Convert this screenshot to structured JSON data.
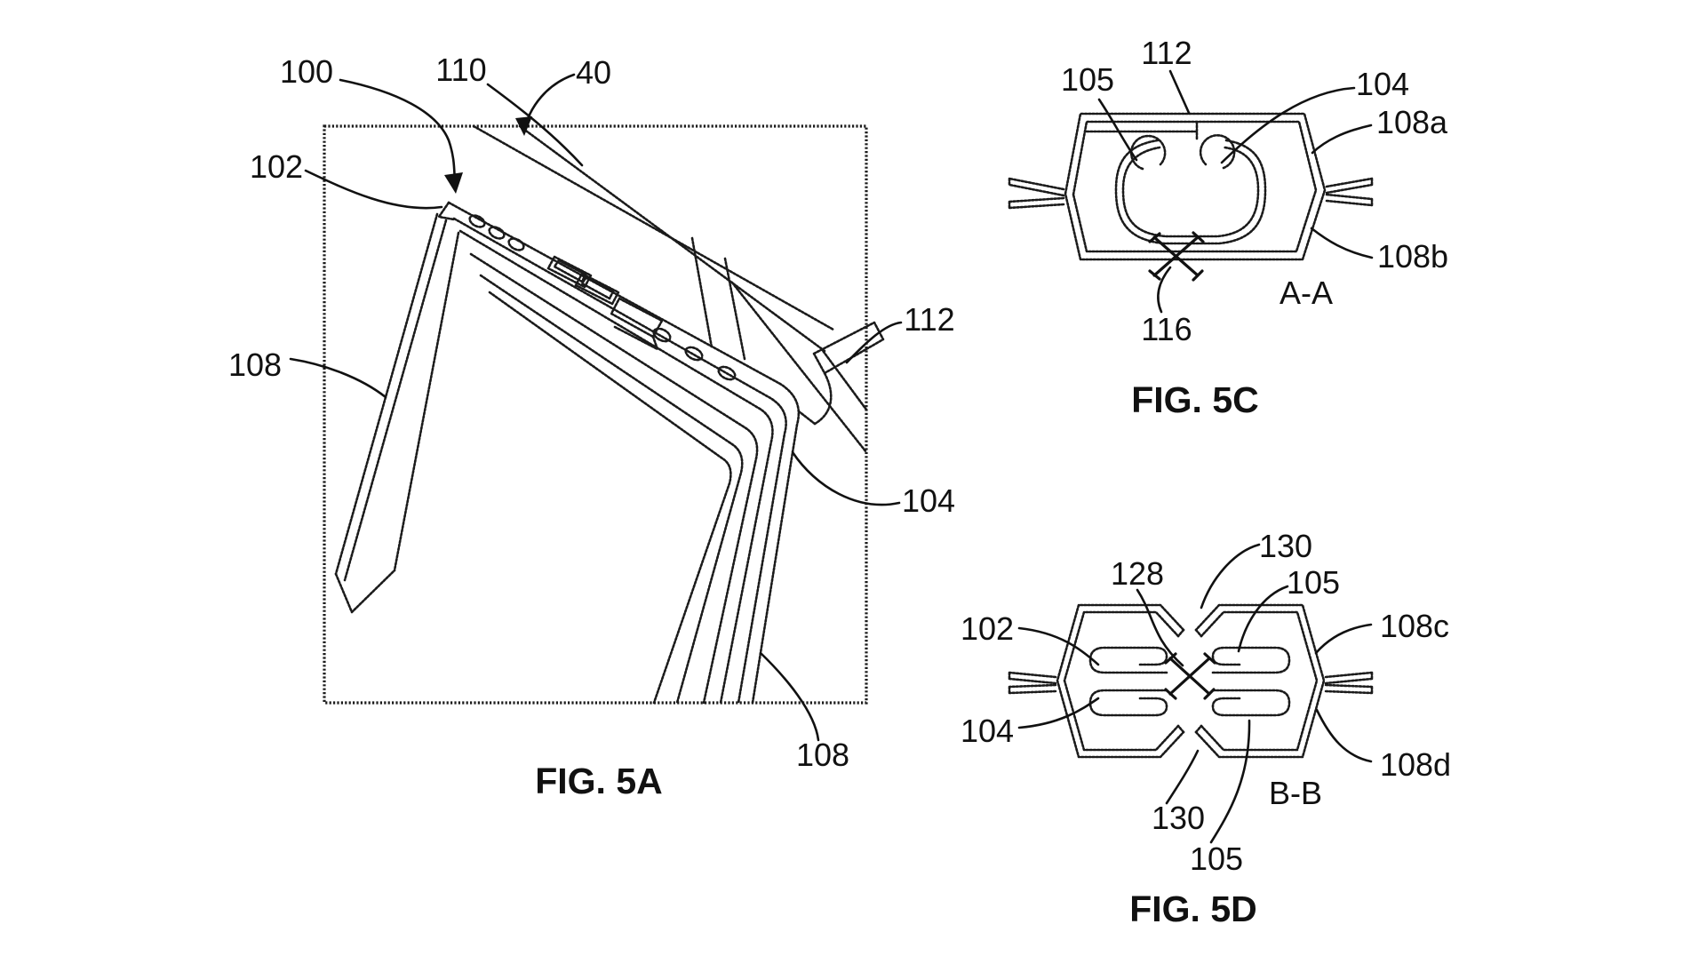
{
  "document": {
    "kind": "patent-figure-sheet",
    "background_color": "#ffffff",
    "ink_color": "#111111"
  },
  "fig5a": {
    "caption": "FIG. 5A",
    "labels": {
      "ref100": "100",
      "ref110": "110",
      "ref40": "40",
      "ref102": "102",
      "ref108_left": "108",
      "ref112": "112",
      "ref104": "104",
      "ref108_bottom": "108"
    }
  },
  "fig5c": {
    "caption": "FIG. 5C",
    "section_label": "A-A",
    "labels": {
      "ref105": "105",
      "ref112": "112",
      "ref104": "104",
      "ref108a": "108a",
      "ref108b": "108b",
      "ref116": "116"
    }
  },
  "fig5d": {
    "caption": "FIG. 5D",
    "section_label": "B-B",
    "labels": {
      "ref128": "128",
      "ref130_top": "130",
      "ref105_top": "105",
      "ref108c": "108c",
      "ref102": "102",
      "ref104": "104",
      "ref108d": "108d",
      "ref130_bottom": "130",
      "ref105_bottom": "105"
    }
  }
}
